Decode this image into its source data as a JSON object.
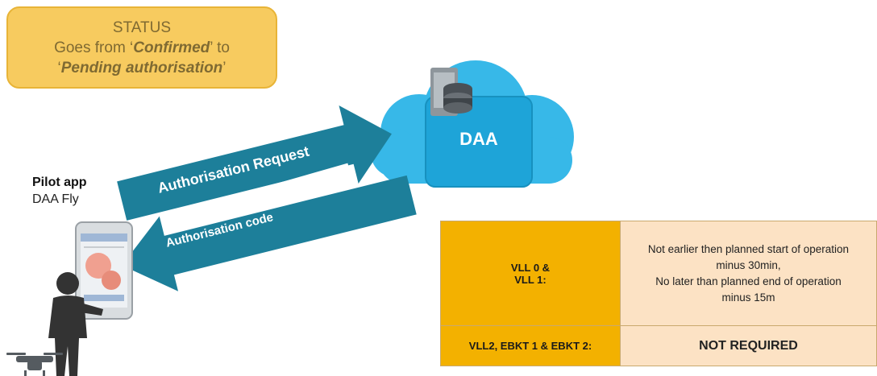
{
  "status": {
    "heading": "STATUS",
    "line1_pre": "Goes from ‘",
    "from_state": "Confirmed",
    "line1_post": "’ to",
    "line2_pre": "‘",
    "to_state": "Pending authorisation",
    "line2_post": "’"
  },
  "cloud": {
    "label": "DAA"
  },
  "arrows": {
    "request_label": "Authorisation Request",
    "response_label": "Authorisation code"
  },
  "pilot": {
    "title": "Pilot app",
    "app_name": "DAA Fly"
  },
  "rules_table": {
    "rows": [
      {
        "key": "VLL 0 &\nVLL 1:",
        "value": "Not earlier then planned start of operation\nminus 30min,\nNo later than planned end of operation\nminus 15m"
      },
      {
        "key": "VLL2, EBKT 1 & EBKT 2:",
        "value": "NOT REQUIRED"
      }
    ]
  },
  "colors": {
    "status_fill": "#f7cb5f",
    "arrow": "#1d7f9a",
    "cloud": "#37b8e8",
    "table_key": "#f3b100",
    "table_value": "#fce2c4"
  }
}
